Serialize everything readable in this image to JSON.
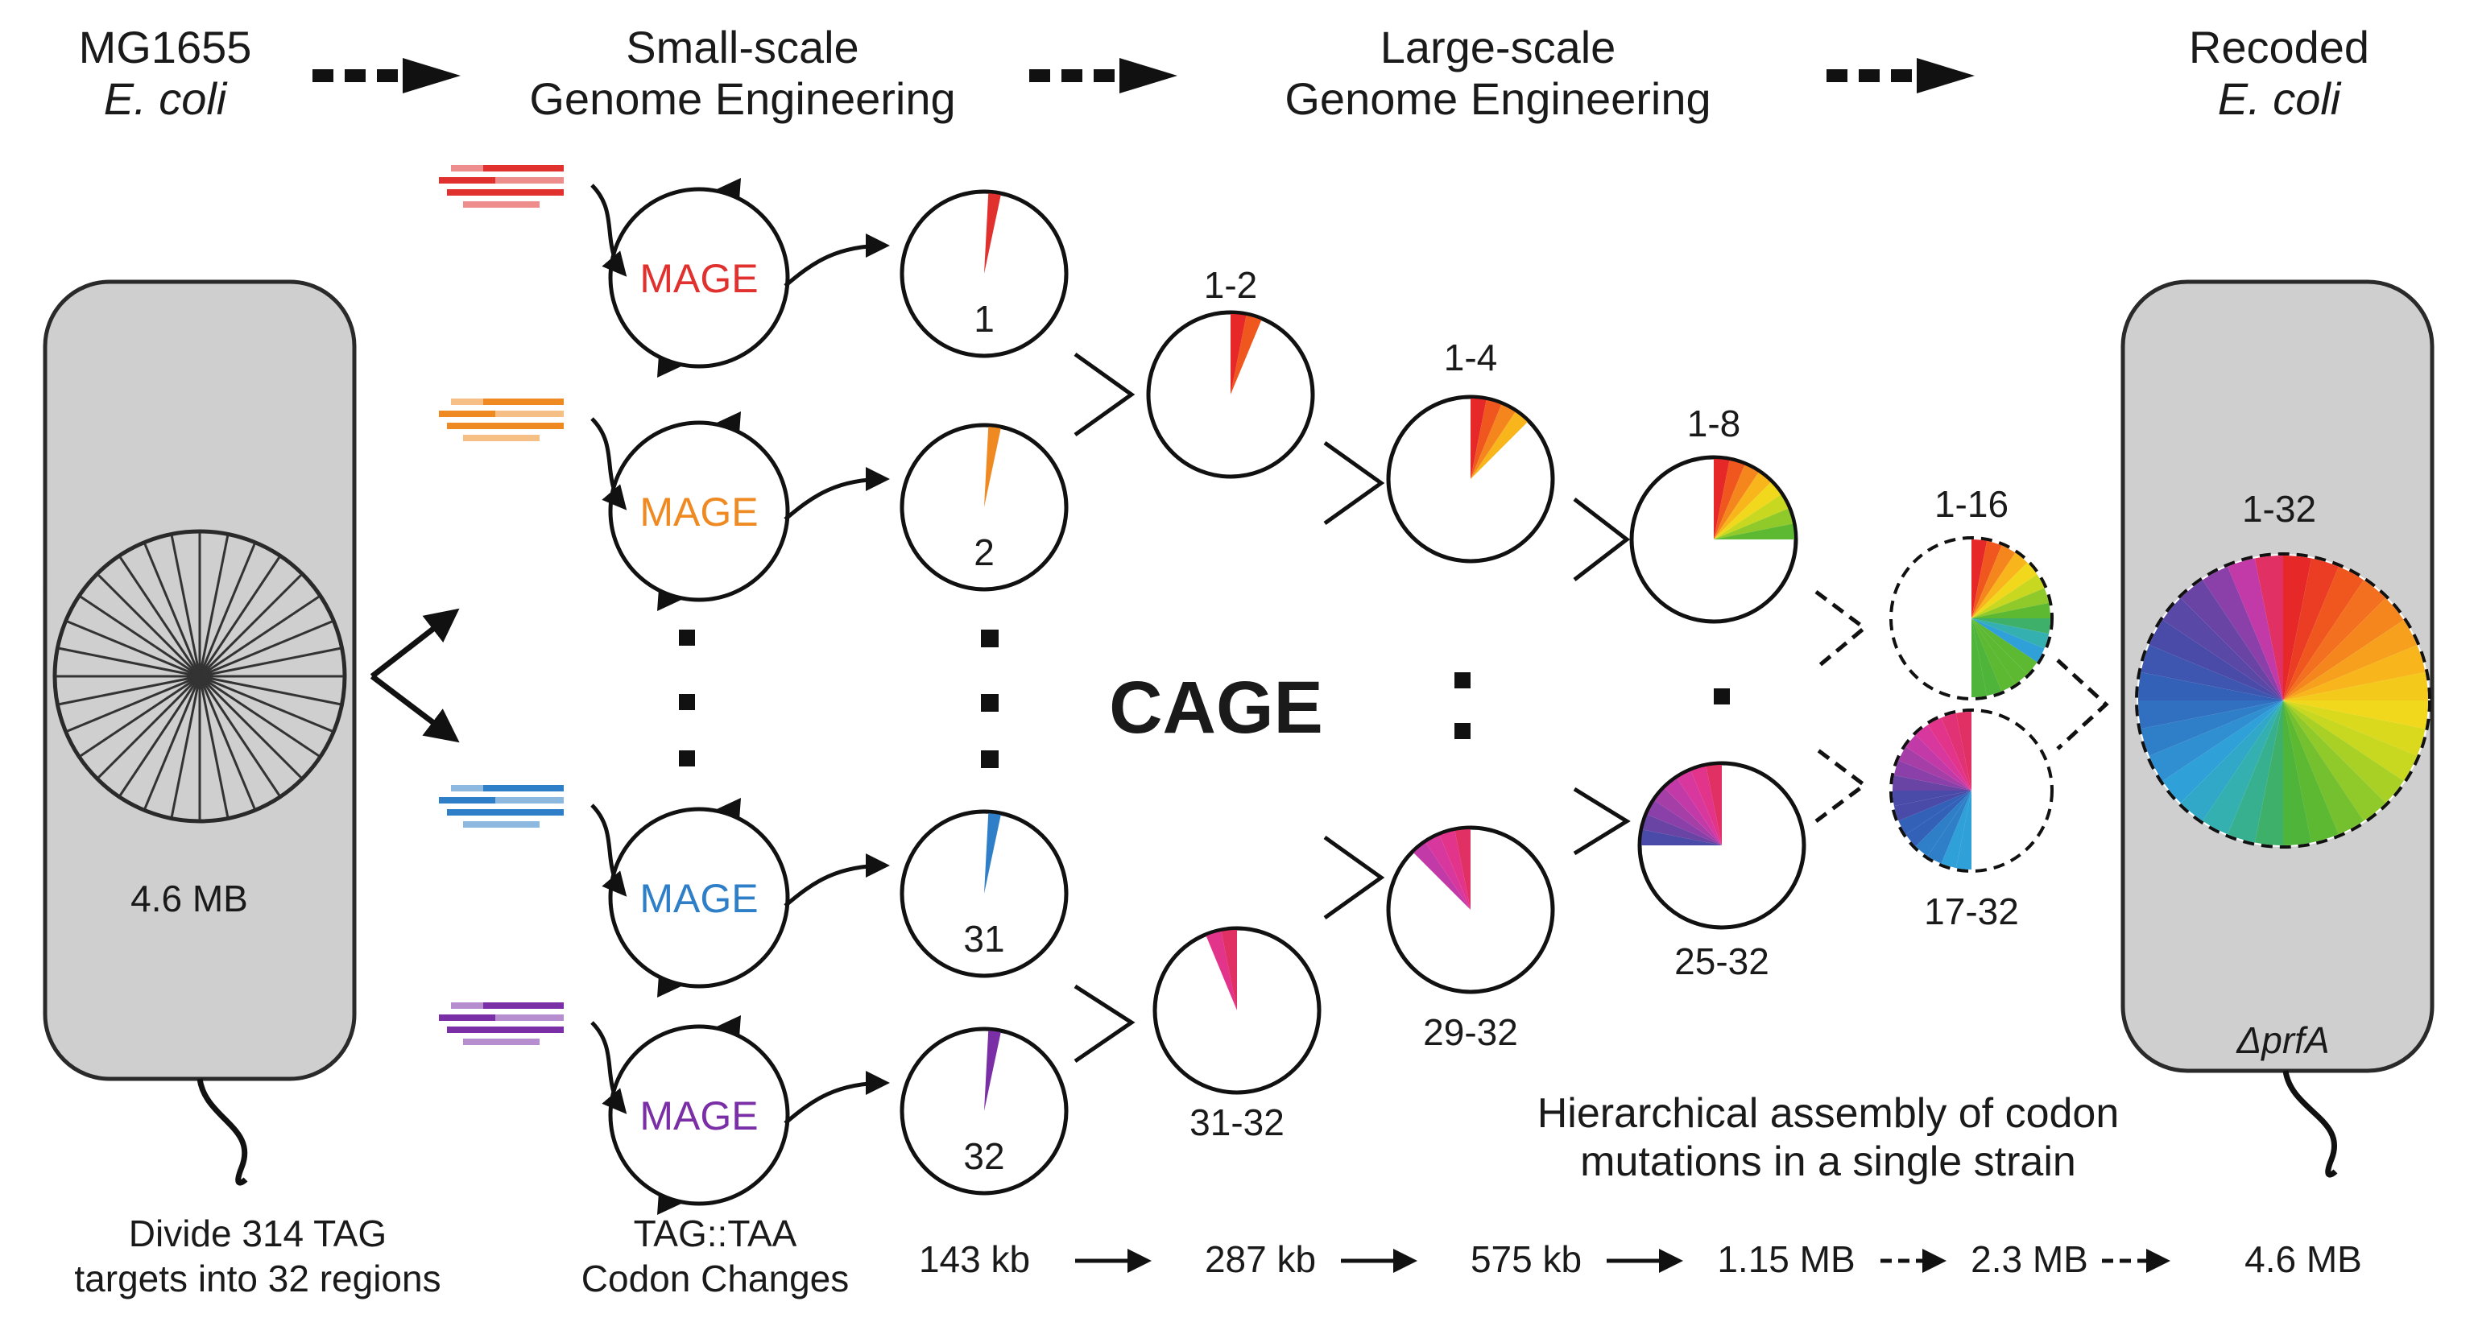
{
  "header": {
    "left_line1": "MG1655",
    "left_line2": "E. coli",
    "mid1_line1": "Small-scale",
    "mid1_line2": "Genome Engineering",
    "mid2_line1": "Large-scale",
    "mid2_line2": "Genome Engineering",
    "right_line1": "Recoded",
    "right_line2": "E. coli"
  },
  "left_cell": {
    "size_label": "4.6 MB"
  },
  "right_cell": {
    "range_label": "1-32",
    "gene_label": "ΔprfA"
  },
  "mage": {
    "label": "MAGE",
    "rows": [
      {
        "color": "#e0312e",
        "region": "1"
      },
      {
        "color": "#ee8a21",
        "region": "2"
      },
      {
        "color": "#2f7fc8",
        "region": "31"
      },
      {
        "color": "#7a2fa6",
        "region": "32"
      }
    ]
  },
  "cage_label": "CAGE",
  "stages": {
    "s12": "1-2",
    "s14": "1-4",
    "s18": "1-8",
    "s116": "1-16",
    "s3132": "31-32",
    "s2932": "29-32",
    "s2532": "25-32",
    "s1732": "17-32"
  },
  "notes": {
    "hier_line1": "Hierarchical assembly of codon",
    "hier_line2": "mutations in a single strain",
    "divide_line1": "Divide 314 TAG",
    "divide_line2": "targets into 32 regions",
    "codon_line1": "TAG::TAA",
    "codon_line2": "Codon Changes"
  },
  "sizes": [
    "143 kb",
    "287 kb",
    "575 kb",
    "1.15 MB",
    "2.3 MB",
    "4.6 MB"
  ],
  "colors": {
    "cell_fill": "#cfcfcf",
    "rainbow": [
      "#e62828",
      "#f0571f",
      "#f5861e",
      "#f8b51c",
      "#f2d81c",
      "#c8d820",
      "#8fc92a",
      "#5db832",
      "#3fb06a",
      "#35b0b0",
      "#30a0d8",
      "#2f7fc8",
      "#3361b8",
      "#4a4ba8",
      "#6a44a4",
      "#8a40a8",
      "#a63ea8",
      "#c23aa8",
      "#d8379e",
      "#e2348a",
      "#e23276",
      "#e03064"
    ]
  }
}
